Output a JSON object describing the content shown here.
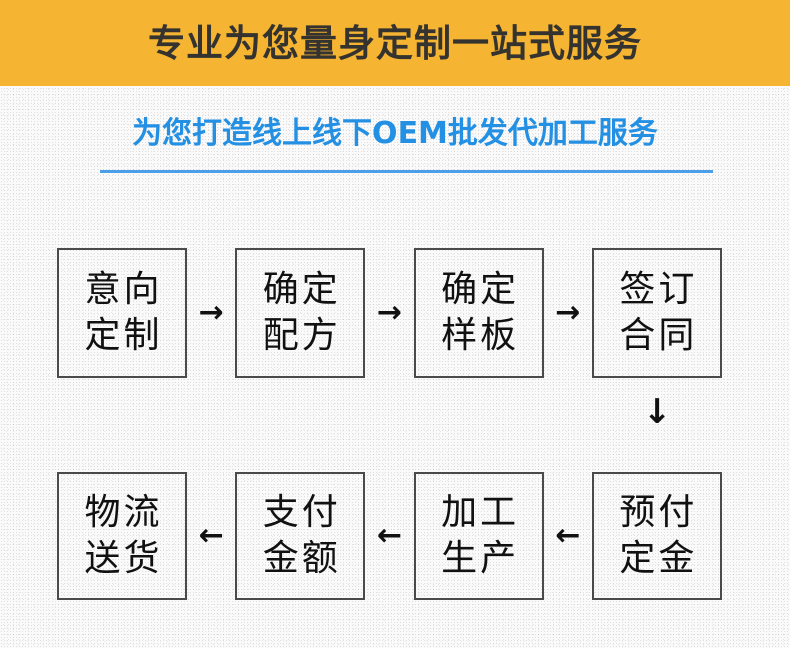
{
  "banner": {
    "title": "专业为您量身定制一站式服务",
    "background_color": "#f5b431",
    "text_color": "#35332f"
  },
  "subtitle": {
    "text": "为您打造线上线下OEM批发代加工服务",
    "color": "#2490e3",
    "rule_color": "#49a0e8"
  },
  "flow": {
    "row1": {
      "direction": "right",
      "arrow_glyph": "→",
      "nodes": [
        {
          "line1": "意向",
          "line2": "定制"
        },
        {
          "line1": "确定",
          "line2": "配方"
        },
        {
          "line1": "确定",
          "line2": "样板"
        },
        {
          "line1": "签订",
          "line2": "合同"
        }
      ]
    },
    "connector": {
      "direction": "down",
      "arrow_glyph": "↓"
    },
    "row2": {
      "direction": "left",
      "arrow_glyph": "←",
      "nodes": [
        {
          "line1": "物流",
          "line2": "送货"
        },
        {
          "line1": "支付",
          "line2": "金额"
        },
        {
          "line1": "加工",
          "line2": "生产"
        },
        {
          "line1": "预付",
          "line2": "定金"
        }
      ]
    }
  }
}
